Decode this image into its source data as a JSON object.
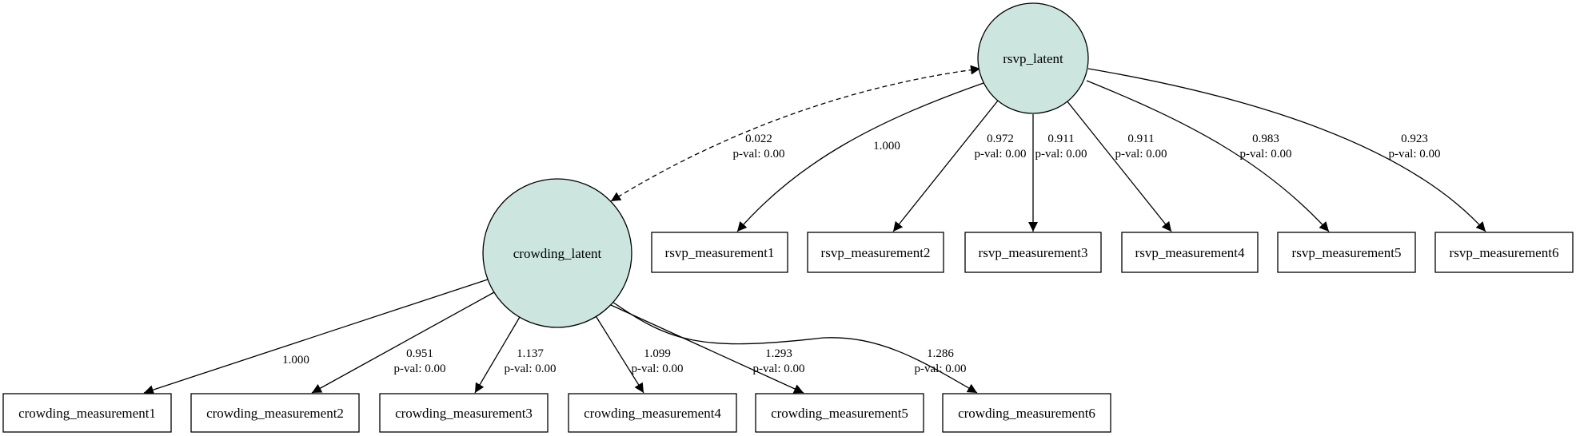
{
  "colors": {
    "latent_fill": "#cce6df",
    "stroke": "#000000",
    "box_fill": "#ffffff"
  },
  "latent": {
    "rsvp": "rsvp_latent",
    "crowding": "crowding_latent"
  },
  "covariance": {
    "value": "0.022",
    "pval": "p-val: 0.00"
  },
  "rsvp_measurements": [
    {
      "label": "rsvp_measurement1",
      "loading": "1.000",
      "pval": ""
    },
    {
      "label": "rsvp_measurement2",
      "loading": "0.972",
      "pval": "p-val: 0.00"
    },
    {
      "label": "rsvp_measurement3",
      "loading": "0.911",
      "pval": "p-val: 0.00"
    },
    {
      "label": "rsvp_measurement4",
      "loading": "0.911",
      "pval": "p-val: 0.00"
    },
    {
      "label": "rsvp_measurement5",
      "loading": "0.983",
      "pval": "p-val: 0.00"
    },
    {
      "label": "rsvp_measurement6",
      "loading": "0.923",
      "pval": "p-val: 0.00"
    }
  ],
  "crowding_measurements": [
    {
      "label": "crowding_measurement1",
      "loading": "1.000",
      "pval": ""
    },
    {
      "label": "crowding_measurement2",
      "loading": "0.951",
      "pval": "p-val: 0.00"
    },
    {
      "label": "crowding_measurement3",
      "loading": "1.137",
      "pval": "p-val: 0.00"
    },
    {
      "label": "crowding_measurement4",
      "loading": "1.099",
      "pval": "p-val: 0.00"
    },
    {
      "label": "crowding_measurement5",
      "loading": "1.293",
      "pval": "p-val: 0.00"
    },
    {
      "label": "crowding_measurement6",
      "loading": "1.286",
      "pval": "p-val: 0.00"
    }
  ]
}
